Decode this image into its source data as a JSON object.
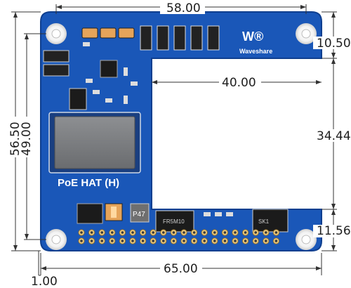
{
  "diagram": {
    "board_name": "PoE HAT (H)",
    "brand": "Waveshare",
    "logo_mark": "W®",
    "chip_marking": "P47",
    "diode_marking_left": "FR5M10",
    "diode_marking_right": "SK1",
    "dimensions": {
      "width_hole_spacing": "58.00",
      "cutout_width": "40.00",
      "top_offset": "10.50",
      "cutout_height": "34.44",
      "bottom_offset": "11.56",
      "total_height": "56.50",
      "hole_spacing_vertical": "49.00",
      "total_width": "65.00",
      "edge_offset": "1.00"
    },
    "colors": {
      "pcb": "#1a57b8",
      "pcb_dark": "#0f3f8f",
      "pad_gold": "#e9c77a",
      "transformer": "#7b7d80",
      "dimension_line": "#333333"
    }
  }
}
